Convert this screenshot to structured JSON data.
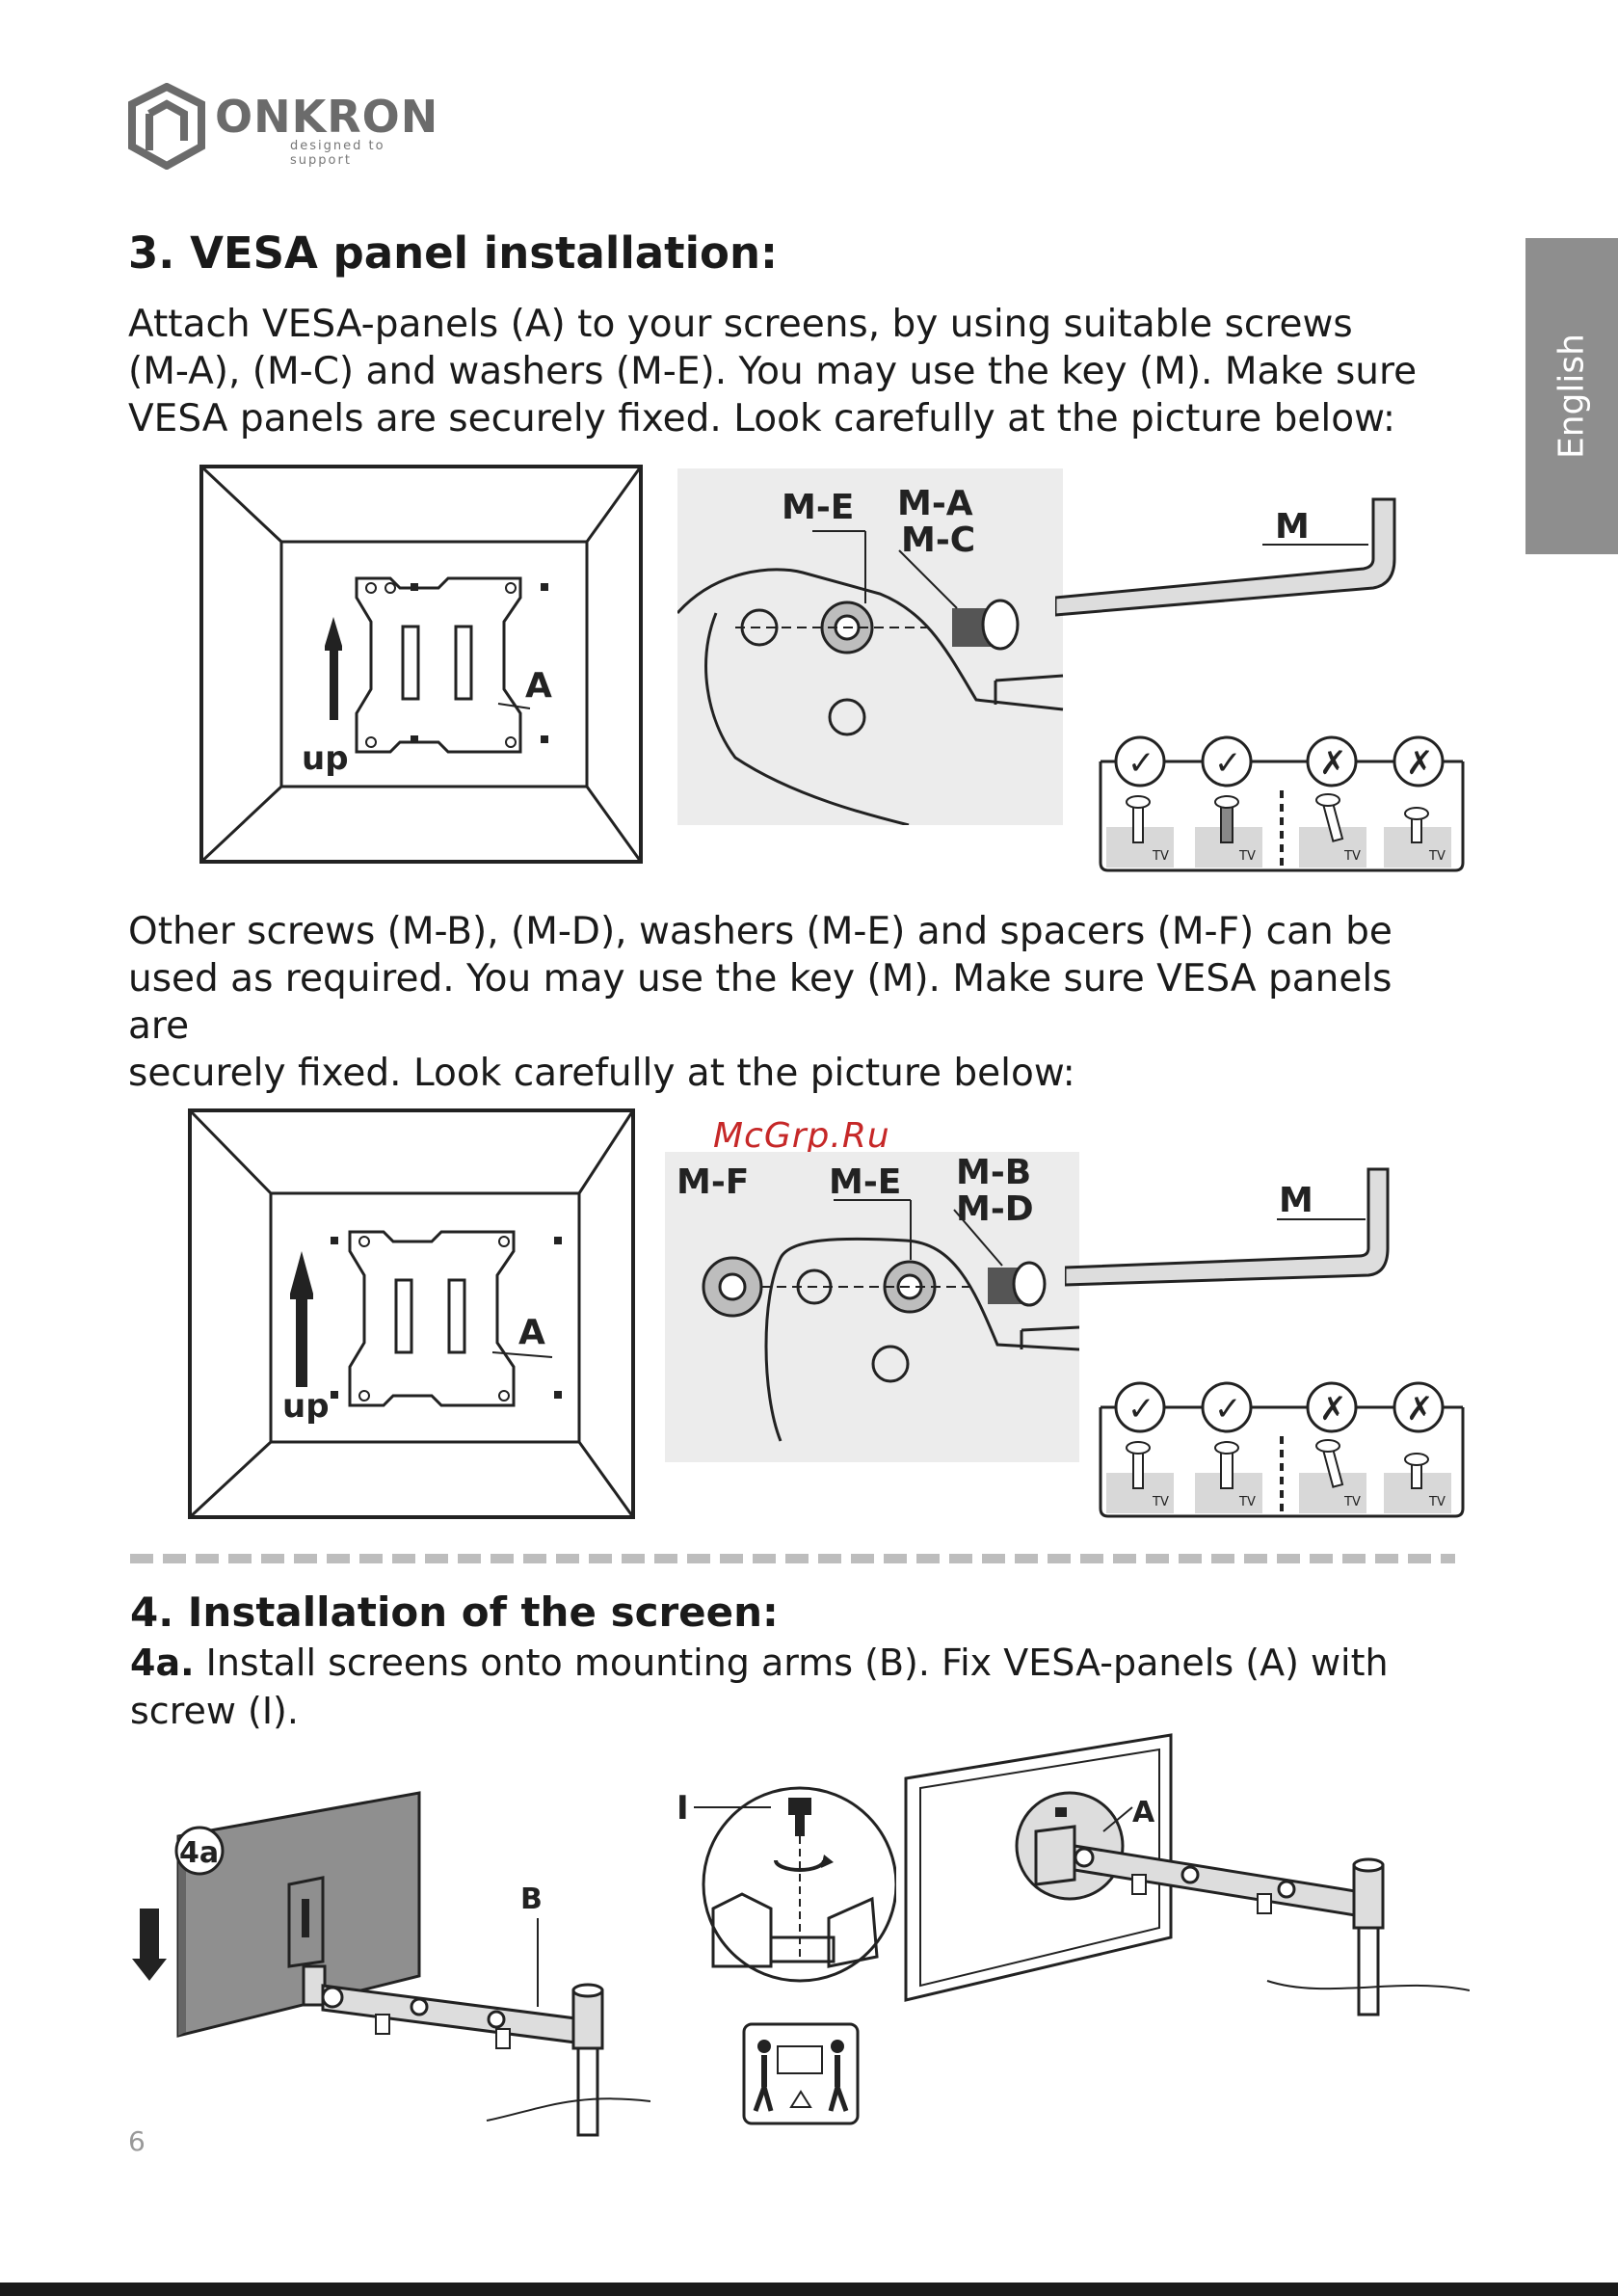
{
  "brand": {
    "name": "ONKRON",
    "tagline": "designed to support"
  },
  "side_tab": {
    "label": "English"
  },
  "section3": {
    "title": "3. VESA panel installation:",
    "para1_lines": [
      "Attach VESA-panels (A) to your screens, by using suitable screws",
      "(M-A), (M-C) and washers (M-E). You may use the key (M). Make sure",
      "VESA panels are securely fixed. Look carefully at the picture below:"
    ],
    "para2_lines": [
      "Other screws (M-B), (M-D), washers (M-E) and spacers (M-F) can be",
      "used as required. You may use the key (M). Make sure VESA panels are",
      "securely fixed. Look carefully at the picture below:"
    ],
    "fig1": {
      "a": "A",
      "up": "up",
      "me": "M-E",
      "ma": "M-A",
      "mc": "M-C",
      "m": "M"
    },
    "fig2": {
      "a": "A",
      "up": "up",
      "mf": "M-F",
      "me": "M-E",
      "mb": "M-B",
      "md": "M-D",
      "m": "M"
    },
    "check": "✓",
    "cross": "✗",
    "tv": "TV"
  },
  "watermark": "McGrp.Ru",
  "section4": {
    "title": "4. Installation of the screen:",
    "step_label": "4a.",
    "step_text_1": " Install screens onto mounting arms (B). Fix VESA-panels (A) with",
    "step_text_2": "screw (I).",
    "badge": "4a",
    "b": "B",
    "i": "I",
    "a": "A"
  },
  "page_number": "6"
}
